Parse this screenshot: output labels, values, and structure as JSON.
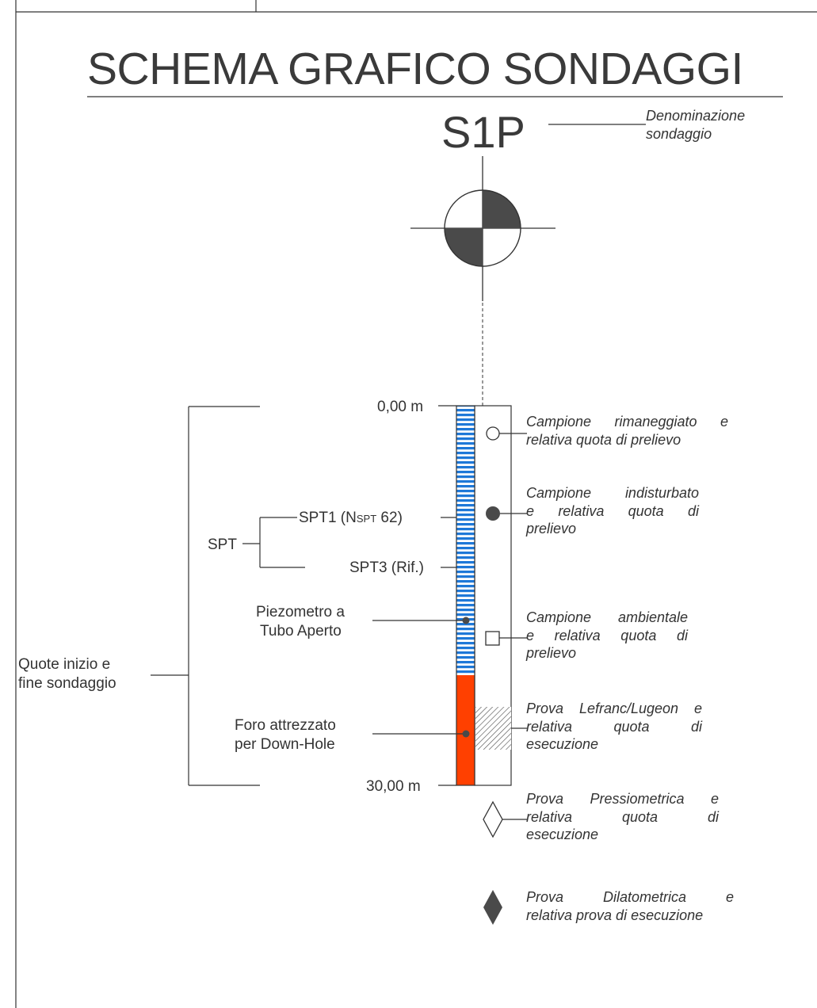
{
  "title": "SCHEMA GRAFICO SONDAGGI",
  "borehole": {
    "name": "S1P",
    "name_label": [
      "Denominazione",
      "sondaggio"
    ],
    "depth_top": "0,00 m",
    "depth_bottom": "30,00 m",
    "range_label": [
      "Quote inizio  e",
      "fine sondaggio"
    ]
  },
  "spt": {
    "group_label": "SPT",
    "spt1_prefix": "SPT1 (N",
    "spt1_sub": "SPT",
    "spt1_suffix": " 62)",
    "spt3": "SPT3 (Rif.)"
  },
  "instruments": {
    "piezometer": [
      "Piezometro a",
      "Tubo Aperto"
    ],
    "downhole": [
      "Foro attrezzato",
      "per Down-Hole"
    ]
  },
  "legend": {
    "disturbed_sample": [
      "Campione rimaneggiato e",
      "relativa quota di prelievo"
    ],
    "undisturbed_sample": [
      "Campione indisturbato",
      "e relativa quota di",
      "prelievo"
    ],
    "environmental_sample": [
      "Campione ambientale",
      "e relativa quota di",
      "prelievo"
    ],
    "lefranc_test": [
      "Prova Lefranc/Lugeon e",
      "relativa quota di",
      "esecuzione"
    ],
    "pressuremeter_test": [
      "Prova Pressiometrica e",
      "relativa quota di",
      "esecuzione"
    ],
    "dilatometer_test": [
      "Prova Dilatometrica e",
      "relativa prova di esecuzione"
    ]
  },
  "colors": {
    "upper_layer_stripe": "#1e78d8",
    "lower_layer": "#ff4000",
    "symbol_fill": "#4a4a4a",
    "line": "#333333"
  }
}
